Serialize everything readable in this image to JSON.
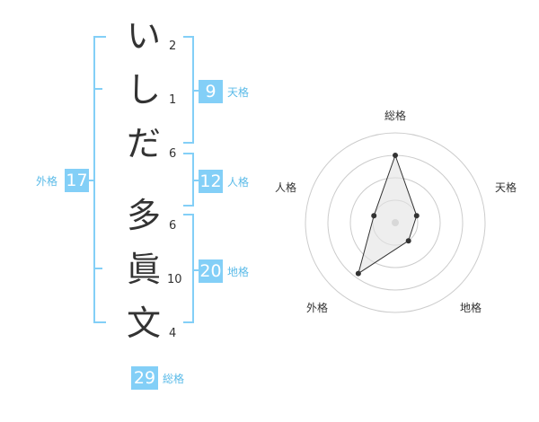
{
  "name": {
    "chars": [
      "い",
      "し",
      "だ",
      "多",
      "眞",
      "文"
    ],
    "strokes": [
      "2",
      "1",
      "6",
      "6",
      "10",
      "4"
    ]
  },
  "kakusu": {
    "tenkaku": {
      "value": "9",
      "label": "天格"
    },
    "jinkaku": {
      "value": "12",
      "label": "人格"
    },
    "chikaku": {
      "value": "20",
      "label": "地格"
    },
    "gaikaku": {
      "value": "17",
      "label": "外格"
    },
    "soukaku": {
      "value": "29",
      "label": "総格"
    }
  },
  "chart_data": {
    "type": "radar",
    "axes": [
      "総格",
      "天格",
      "地格",
      "外格",
      "人格"
    ],
    "values": [
      0.75,
      0.25,
      0.25,
      0.7,
      0.25
    ],
    "rings": 4,
    "colors": {
      "line": "#333333",
      "fill": "#e3e3e3",
      "grid": "#cccccc",
      "center": "#c8c8c8"
    }
  },
  "colors": {
    "accent": "#83cff7",
    "accent_text": "#5bbbe8",
    "text": "#333333"
  }
}
